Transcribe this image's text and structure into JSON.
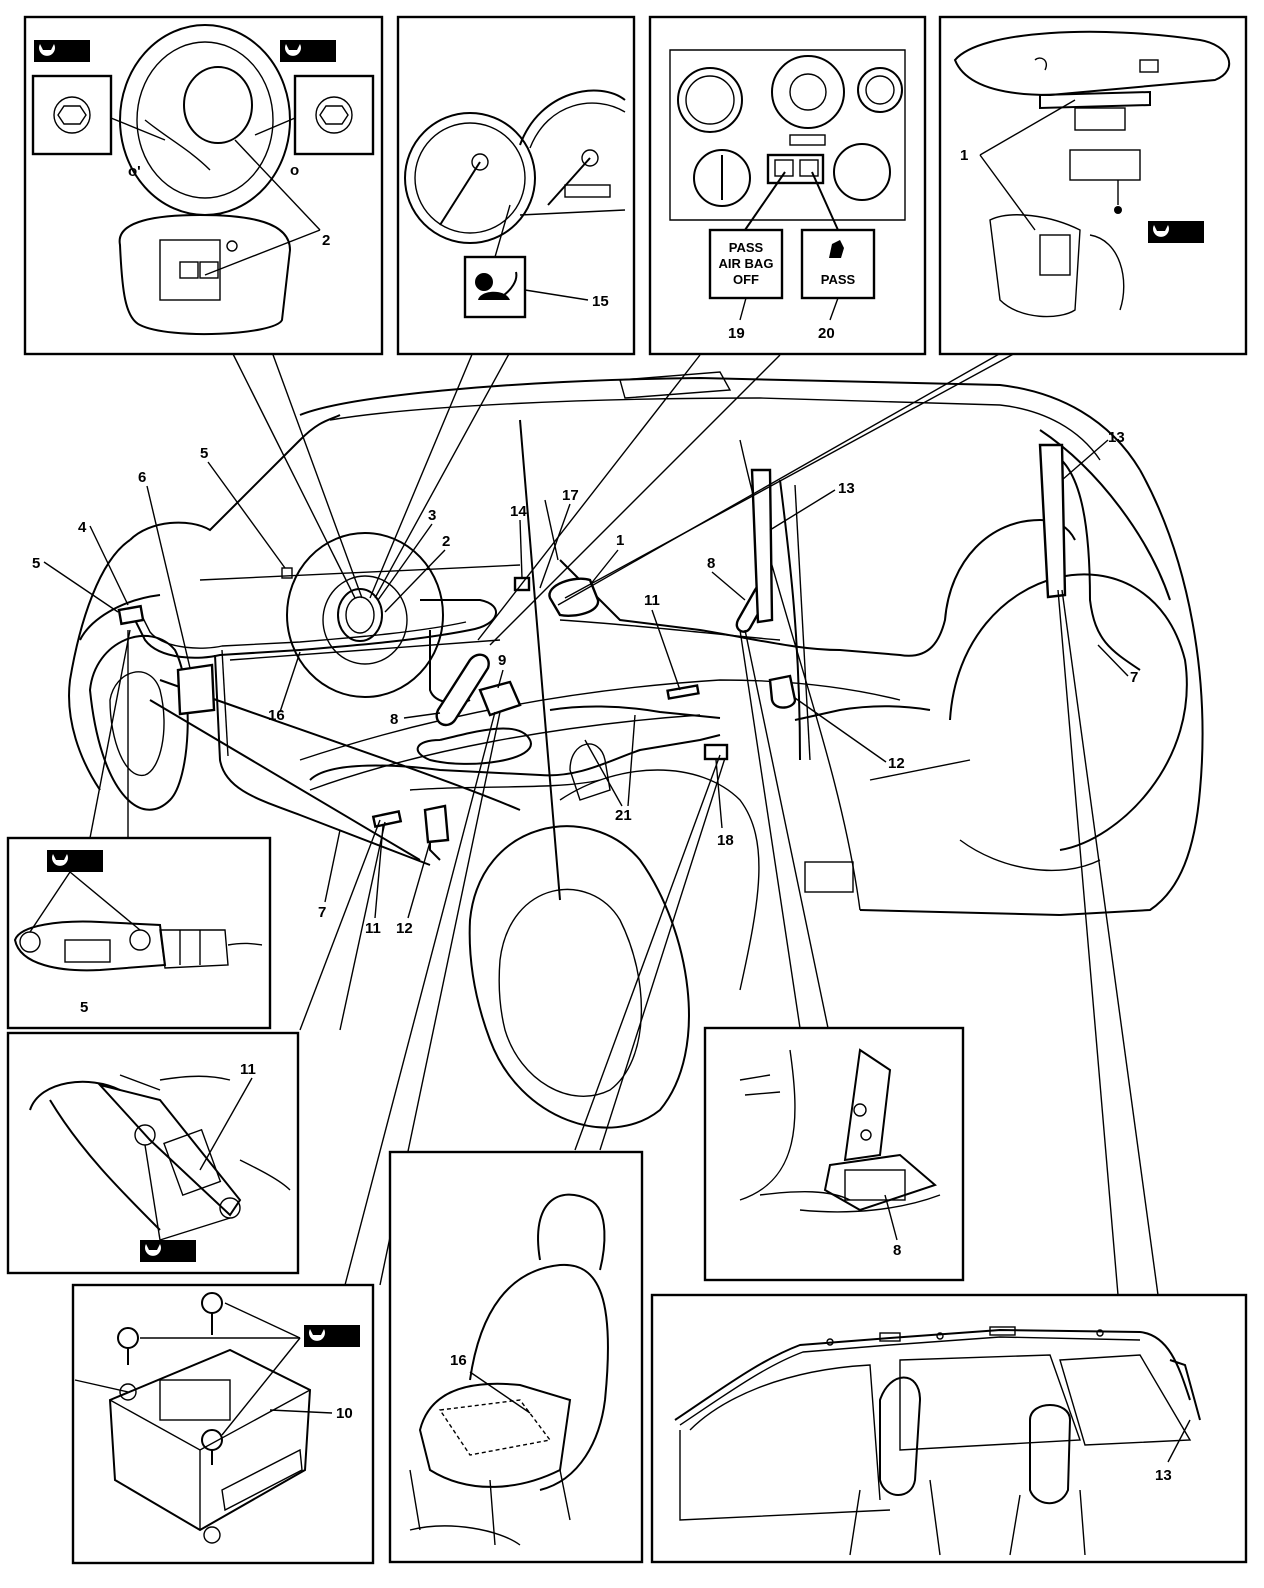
{
  "labels": {
    "n1a": "1",
    "n1b": "1",
    "n2a": "2",
    "n2b": "2",
    "n3": "3",
    "n4": "4",
    "n5a": "5",
    "n5b": "5",
    "n5c": "5",
    "n6": "6",
    "n7a": "7",
    "n7b": "7",
    "n8a": "8",
    "n8b": "8",
    "n8c": "8",
    "n9": "9",
    "n10": "10",
    "n11a": "11",
    "n11b": "11",
    "n11c": "11",
    "n12a": "12",
    "n12b": "12",
    "n13a": "13",
    "n13b": "13",
    "n13c": "13",
    "n14": "14",
    "n15": "15",
    "n16a": "16",
    "n16b": "16",
    "n17": "17",
    "n18": "18",
    "n19": "19",
    "n20": "20",
    "n21": "21"
  },
  "torque_marks": {
    "b1": "(b)",
    "b2": "(b)",
    "a": "(a)",
    "c": "(c)",
    "d1": "(d)",
    "d2": "(d)"
  },
  "indicator": {
    "pass_airbag_off_line1": "PASS",
    "pass_airbag_off_line2": "AIR BAG",
    "pass_airbag_off_line3": "OFF",
    "pass_seatbelt": "PASS"
  }
}
